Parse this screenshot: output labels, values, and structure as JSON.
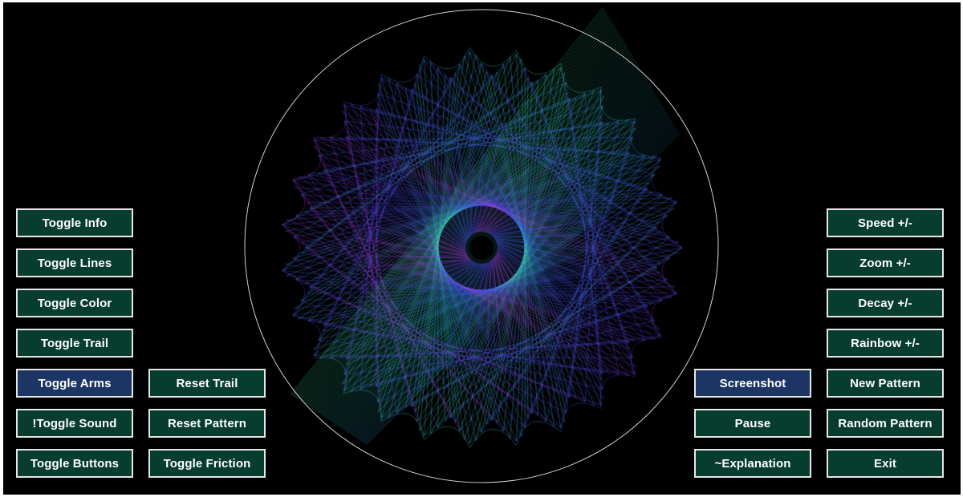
{
  "app": {
    "background_color": "#000000",
    "button_color": "#073d2e",
    "button_active_color": "#1c3564",
    "button_border_color": "#e6e6e6",
    "boundary_circle_color": "#d0d0d0"
  },
  "left_buttons": [
    {
      "label": "Toggle Info",
      "active": false
    },
    {
      "label": "Toggle Lines",
      "active": false
    },
    {
      "label": "Toggle Color",
      "active": false
    },
    {
      "label": "Toggle Trail",
      "active": false
    },
    {
      "label": "Toggle Arms",
      "active": true
    },
    {
      "label": "!Toggle Sound",
      "active": false
    },
    {
      "label": "Toggle Buttons",
      "active": false
    }
  ],
  "left_secondary_buttons": [
    {
      "label": "Reset Trail",
      "active": false
    },
    {
      "label": "Reset Pattern",
      "active": false
    },
    {
      "label": "Toggle Friction",
      "active": false
    }
  ],
  "right_secondary_buttons": [
    {
      "label": "Screenshot",
      "active": true
    },
    {
      "label": "Pause",
      "active": false
    },
    {
      "label": "~Explanation",
      "active": false
    }
  ],
  "right_buttons": [
    {
      "label": "Speed +/-",
      "active": false
    },
    {
      "label": "Zoom +/-",
      "active": false
    },
    {
      "label": "Decay +/-",
      "active": false
    },
    {
      "label": "Rainbow +/-",
      "active": false
    },
    {
      "label": "New Pattern",
      "active": false
    },
    {
      "label": "Random Pattern",
      "active": false
    },
    {
      "label": "Exit",
      "active": false
    }
  ],
  "pattern": {
    "colors": [
      "#3fd98a",
      "#2fc4c8",
      "#3a5ee8",
      "#5a3ae6",
      "#b03ae0"
    ],
    "lobes": 27
  }
}
